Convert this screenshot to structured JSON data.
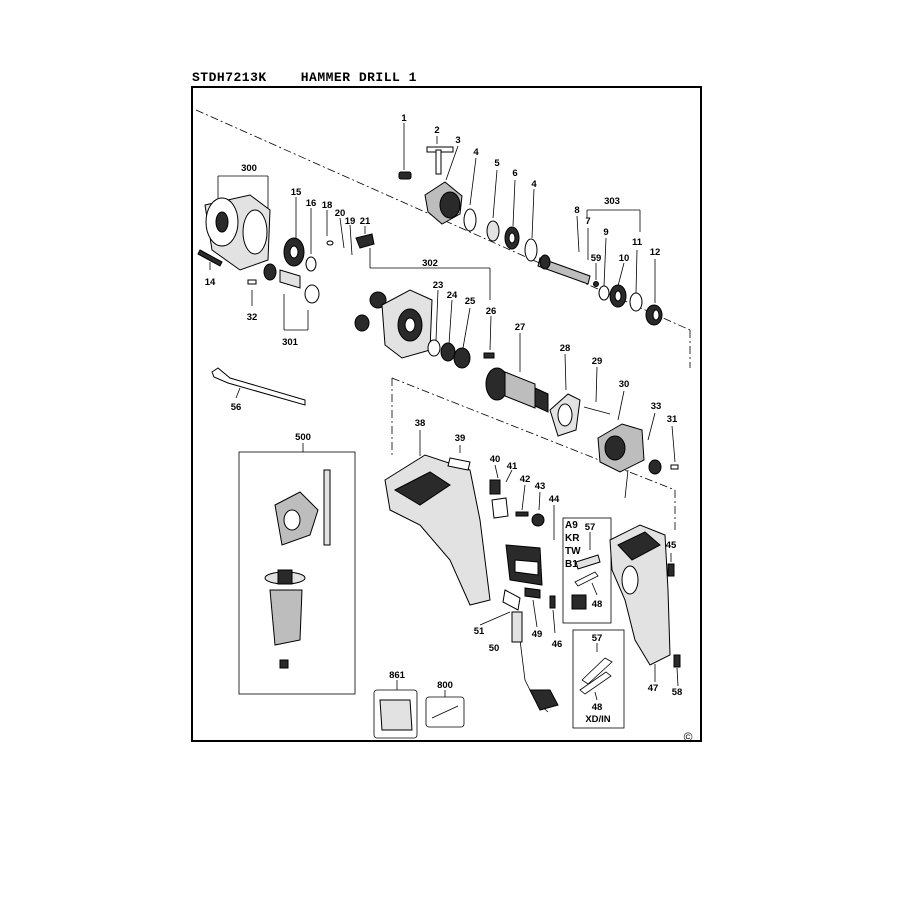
{
  "header": {
    "model": "STDH7213K",
    "title": "HAMMER DRILL 1"
  },
  "copyright": "©",
  "labels": {
    "l1": "1",
    "l2": "2",
    "l3": "3",
    "l4a": "4",
    "l5": "5",
    "l6": "6",
    "l4b": "4",
    "l8": "8",
    "l7": "7",
    "l303": "303",
    "l9": "9",
    "l11": "11",
    "l59": "59",
    "l10": "10",
    "l12": "12",
    "l300": "300",
    "l15": "15",
    "l16": "16",
    "l18": "18",
    "l20": "20",
    "l19": "19",
    "l21": "21",
    "l302": "302",
    "l14": "14",
    "l32": "32",
    "l301": "301",
    "l23": "23",
    "l24": "24",
    "l25": "25",
    "l26": "26",
    "l27": "27",
    "l28": "28",
    "l29": "29",
    "l30": "30",
    "l33": "33",
    "l31": "31",
    "l56": "56",
    "l500": "500",
    "l38": "38",
    "l39": "39",
    "l40": "40",
    "l41": "41",
    "l42": "42",
    "l43": "43",
    "l44": "44",
    "l57a": "57",
    "l48a": "48",
    "l45": "45",
    "l51": "51",
    "l50": "50",
    "l49": "49",
    "l46": "46",
    "l57b": "57",
    "l48b": "48",
    "l47": "47",
    "l58": "58",
    "l861": "861",
    "l800": "800"
  },
  "region_codes": [
    "A9",
    "KR",
    "TW",
    "B1"
  ],
  "region_xd": "XD/IN"
}
